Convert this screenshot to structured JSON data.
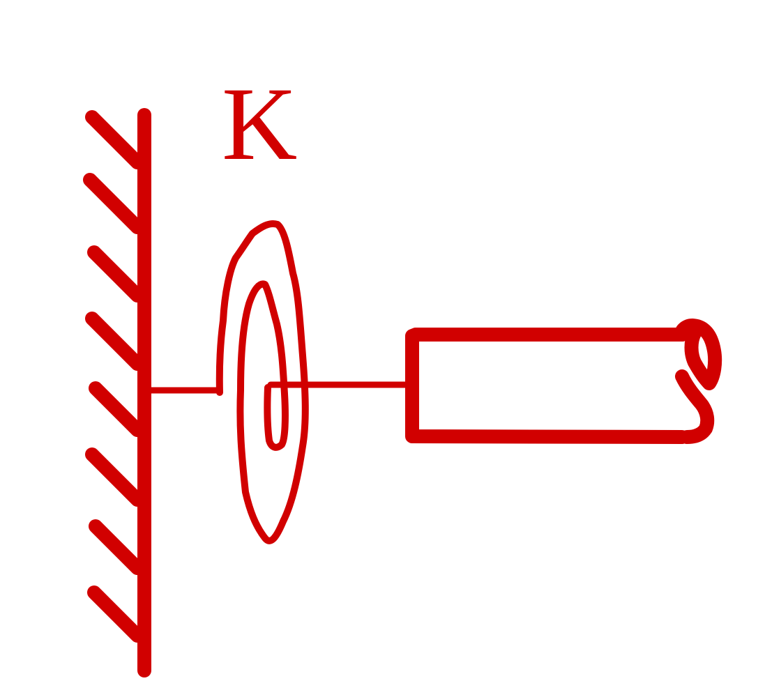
{
  "diagram": {
    "spring_label": "K",
    "stroke_color": "#d10000",
    "components": [
      "fixed-wall",
      "torsional-spring",
      "shaft",
      "cylinder"
    ]
  }
}
